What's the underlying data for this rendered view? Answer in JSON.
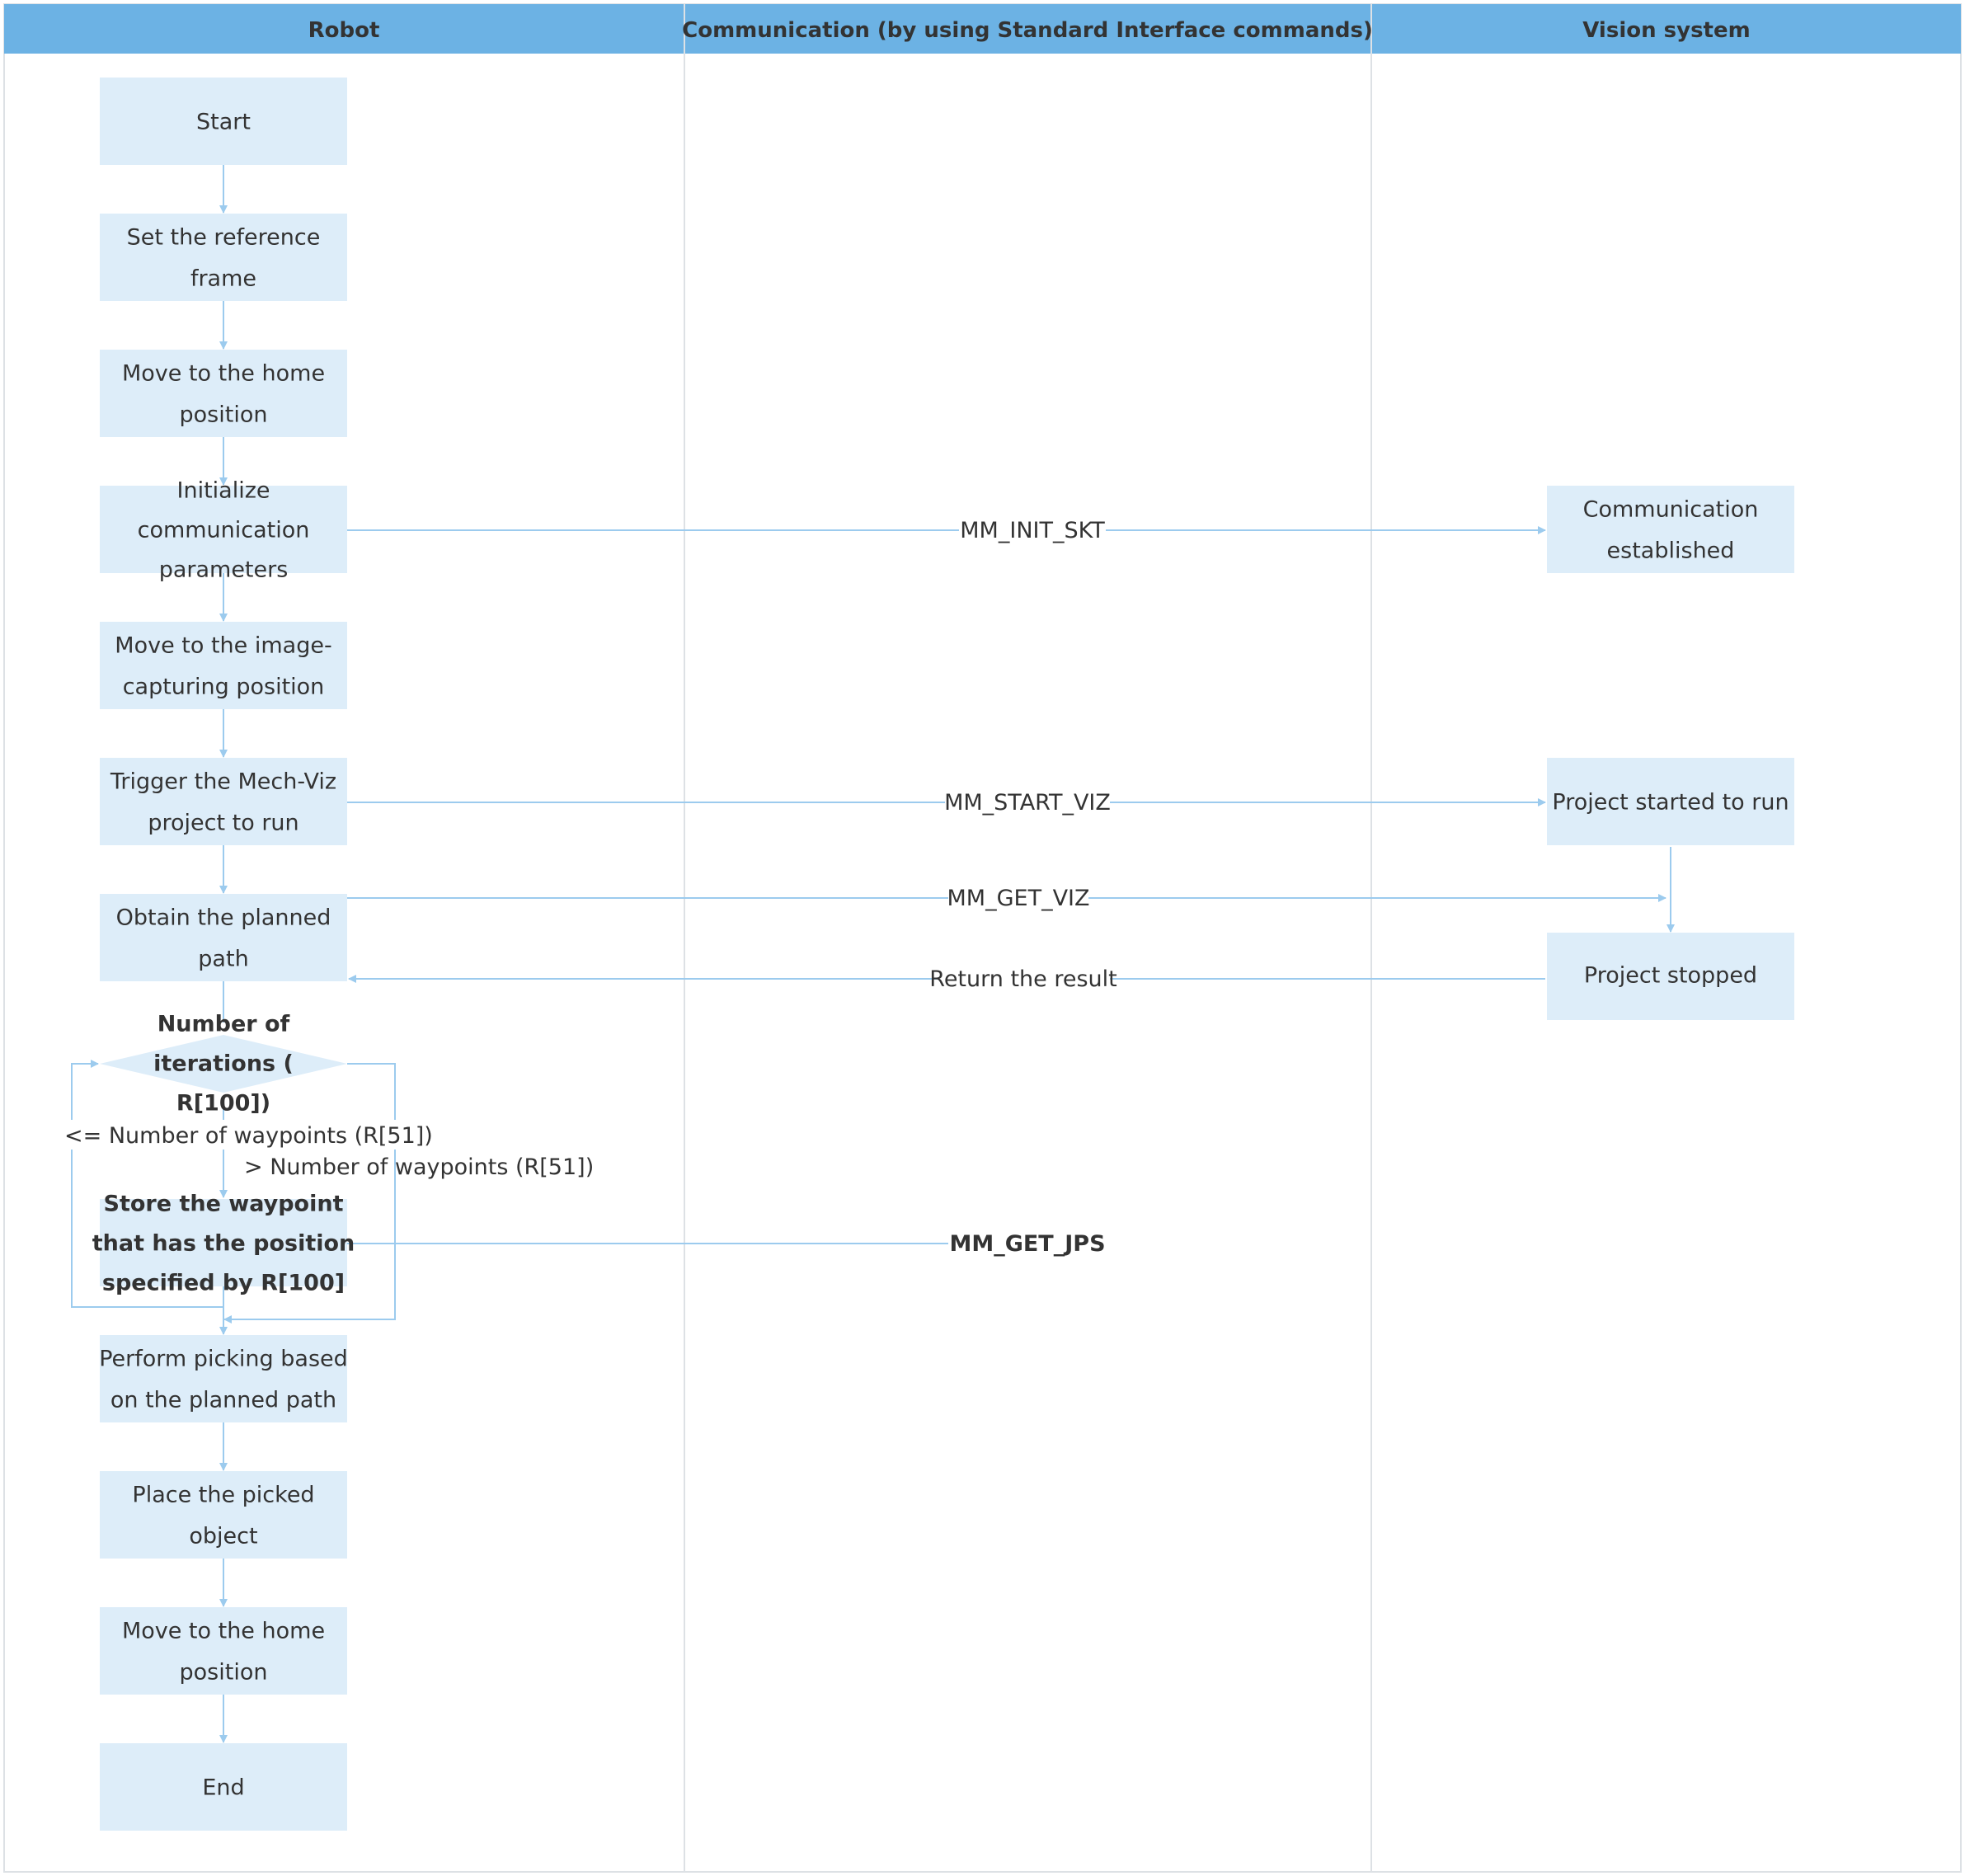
{
  "lanes": [
    {
      "title": "Robot"
    },
    {
      "title": "Communication (by using Standard Interface commands)"
    },
    {
      "title": "Vision system"
    }
  ],
  "robot": {
    "start": [
      "Start"
    ],
    "set_reference_frame": [
      "Set the reference",
      "frame"
    ],
    "move_home_1": [
      "Move to the home",
      "position"
    ],
    "init_comm": [
      "Initialize",
      "communication",
      "parameters"
    ],
    "move_capture": [
      "Move to the image-",
      "capturing position"
    ],
    "trigger_viz": [
      "Trigger the Mech-Viz",
      "project to run"
    ],
    "obtain_path": [
      "Obtain the planned",
      "path"
    ],
    "iteration_decision": [
      "Number of",
      "iterations (",
      "R[100])"
    ],
    "store_waypoint": [
      "Store the waypoint",
      "that has the position",
      "specified by R[100]"
    ],
    "perform_picking": [
      "Perform picking based",
      "on the planned path"
    ],
    "place_object": [
      "Place the picked",
      "object"
    ],
    "move_home_2": [
      "Move to the home",
      "position"
    ],
    "end": [
      "End"
    ]
  },
  "vision": {
    "comm_established": [
      "Communication",
      "established"
    ],
    "project_started": [
      "Project started to run"
    ],
    "project_stopped": [
      "Project stopped"
    ]
  },
  "labels": {
    "mm_init_skt": "MM_INIT_SKT",
    "mm_start_viz": "MM_START_VIZ",
    "mm_get_viz": "MM_GET_VIZ",
    "return_result": "Return the result",
    "mm_get_jps": "MM_GET_JPS",
    "loop_le": "<= Number of waypoints (R[51])",
    "loop_gt": "> Number of waypoints (R[51])"
  },
  "colors": {
    "header_bg": "#6cb2e4",
    "box_fill": "#ddedf9",
    "line": "#9ccbee",
    "lane_border": "#dde1e5",
    "text": "#333333"
  }
}
